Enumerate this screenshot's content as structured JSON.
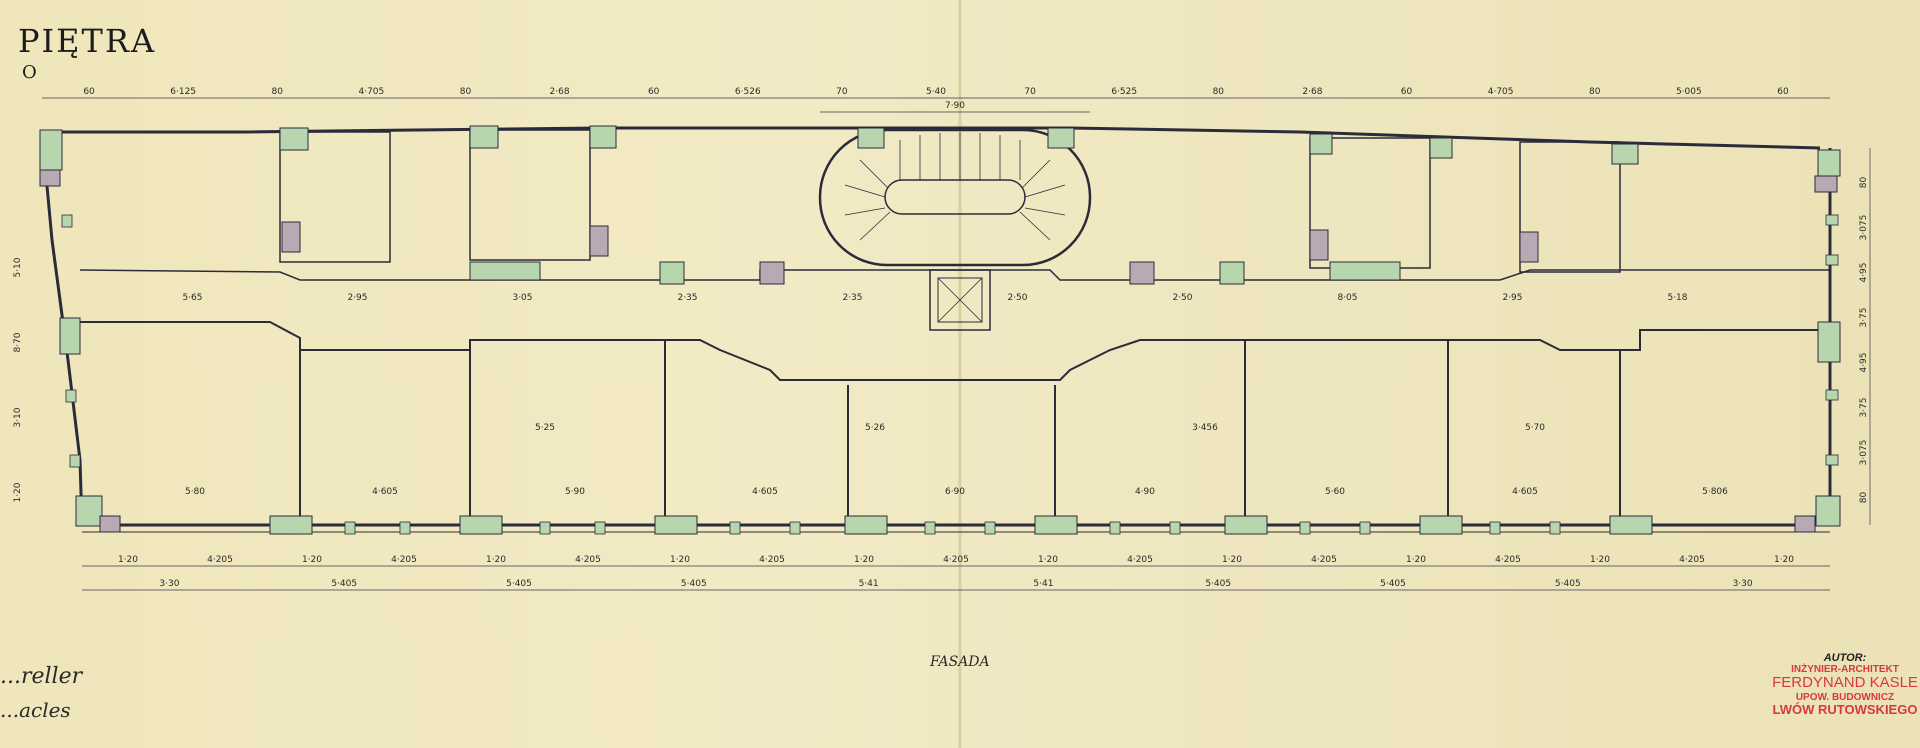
{
  "title": "PIĘTRA",
  "subtitle": "O",
  "facade_label": "FASADA",
  "signature_line1": "...reller",
  "signature_line2": "...acles",
  "stamp": {
    "author_label": "AUTOR:",
    "profession": "INŻYNIER-ARCHITEKT",
    "name": "FERDYNAND KASLE",
    "license": "UPOW. BUDOWNICZ",
    "address": "LWÓW RUTOWSKIEGO"
  },
  "dimensions": {
    "top": [
      "60",
      "6·125",
      "80",
      "4·705",
      "80",
      "2·68",
      "60",
      "6·526",
      "70",
      "5·40",
      "70",
      "6·525",
      "80",
      "2·68",
      "60",
      "4·705",
      "80",
      "5·005",
      "60"
    ],
    "stair_width": "7·90",
    "bottom_bays": [
      "1·20",
      "4·205",
      "1·20",
      "4·205",
      "1·20",
      "4·205",
      "1·20",
      "4·205",
      "1·20",
      "4·205",
      "1·20",
      "4·205",
      "1·20",
      "4·205",
      "1·20",
      "4·205",
      "1·20",
      "4·205",
      "1·20"
    ],
    "bottom_axes": [
      "3·30",
      "5·405",
      "5·405",
      "5·405",
      "5·41",
      "5·41",
      "5·405",
      "5·405",
      "5·405",
      "3·30"
    ],
    "room_widths": [
      "5·80",
      "4·605",
      "5·90",
      "4·605",
      "6·90",
      "4·90",
      "5·60",
      "4·605",
      "5·806"
    ],
    "corridor": [
      "5·65",
      "2·95",
      "3·05",
      "2·35",
      "2·35",
      "2·50",
      "2·50",
      "8·05",
      "2·95",
      "5·18"
    ],
    "left_side": [
      "5·10",
      "8·70",
      "3·10",
      "1·20"
    ],
    "right_side": [
      "80",
      "3·075",
      "4·95",
      "3·75",
      "4·95",
      "3·75",
      "3·075",
      "80"
    ],
    "room_depths": [
      "5·25",
      "5·26",
      "3·456",
      "5·70"
    ]
  },
  "colors": {
    "paper": "#efe7bf",
    "pillar_green": "#b7d6ad",
    "pillar_gray": "#b9a9b4",
    "ink": "#2b2b3a",
    "stamp_red": "#d63a3a"
  }
}
